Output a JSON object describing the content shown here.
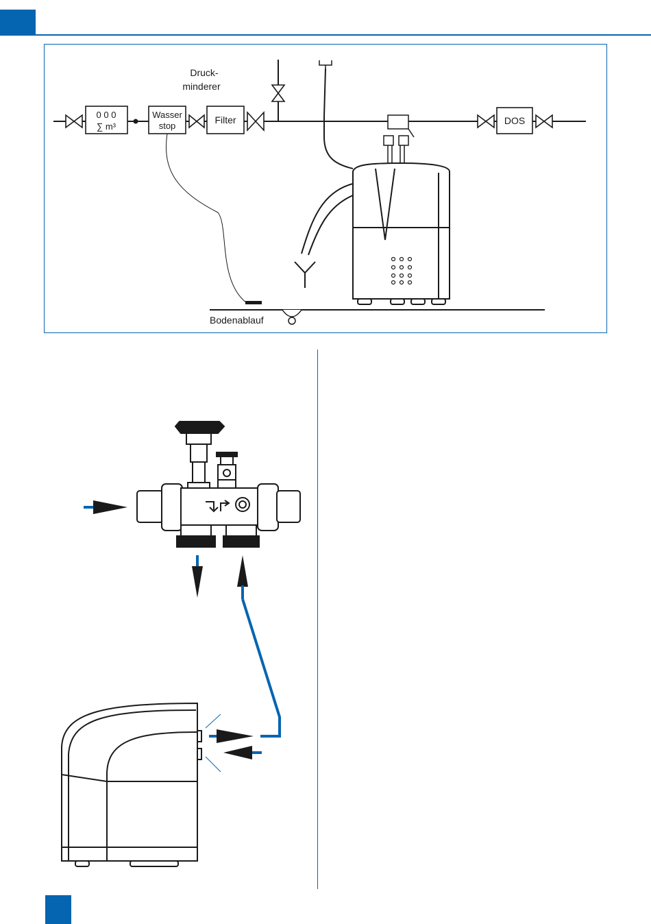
{
  "schematic": {
    "pressure_reducer_label_line1": "Druck-",
    "pressure_reducer_label_line2": "minderer",
    "meter_digits": "0 0 0",
    "meter_unit": "∑ m³",
    "water_stop_line1": "Wasser",
    "water_stop_line2": "stop",
    "filter_label": "Filter",
    "dos_label": "DOS",
    "floor_drain_label": "Bodenablauf"
  },
  "colors": {
    "accent": "#0565b0",
    "line": "#1a1a1a"
  }
}
